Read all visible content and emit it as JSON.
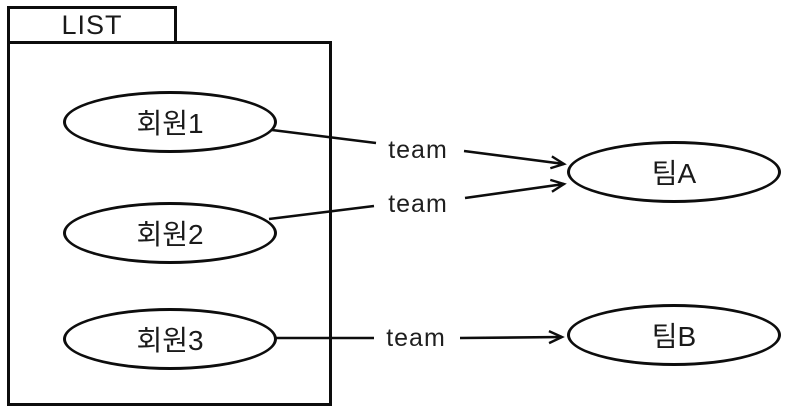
{
  "diagram": {
    "package": {
      "label": "LIST"
    },
    "members": [
      {
        "id": "member-1",
        "label": "회원1"
      },
      {
        "id": "member-2",
        "label": "회원2"
      },
      {
        "id": "member-3",
        "label": "회원3"
      }
    ],
    "teams": [
      {
        "id": "team-a",
        "label": "팀A"
      },
      {
        "id": "team-b",
        "label": "팀B"
      }
    ],
    "edges": [
      {
        "from": "member-1",
        "to": "team-a",
        "label": "team"
      },
      {
        "from": "member-2",
        "to": "team-a",
        "label": "team"
      },
      {
        "from": "member-3",
        "to": "team-b",
        "label": "team"
      }
    ],
    "colors": {
      "background": "#ffffff",
      "stroke": "#0d0d0d",
      "text": "#1a1a1a"
    }
  }
}
